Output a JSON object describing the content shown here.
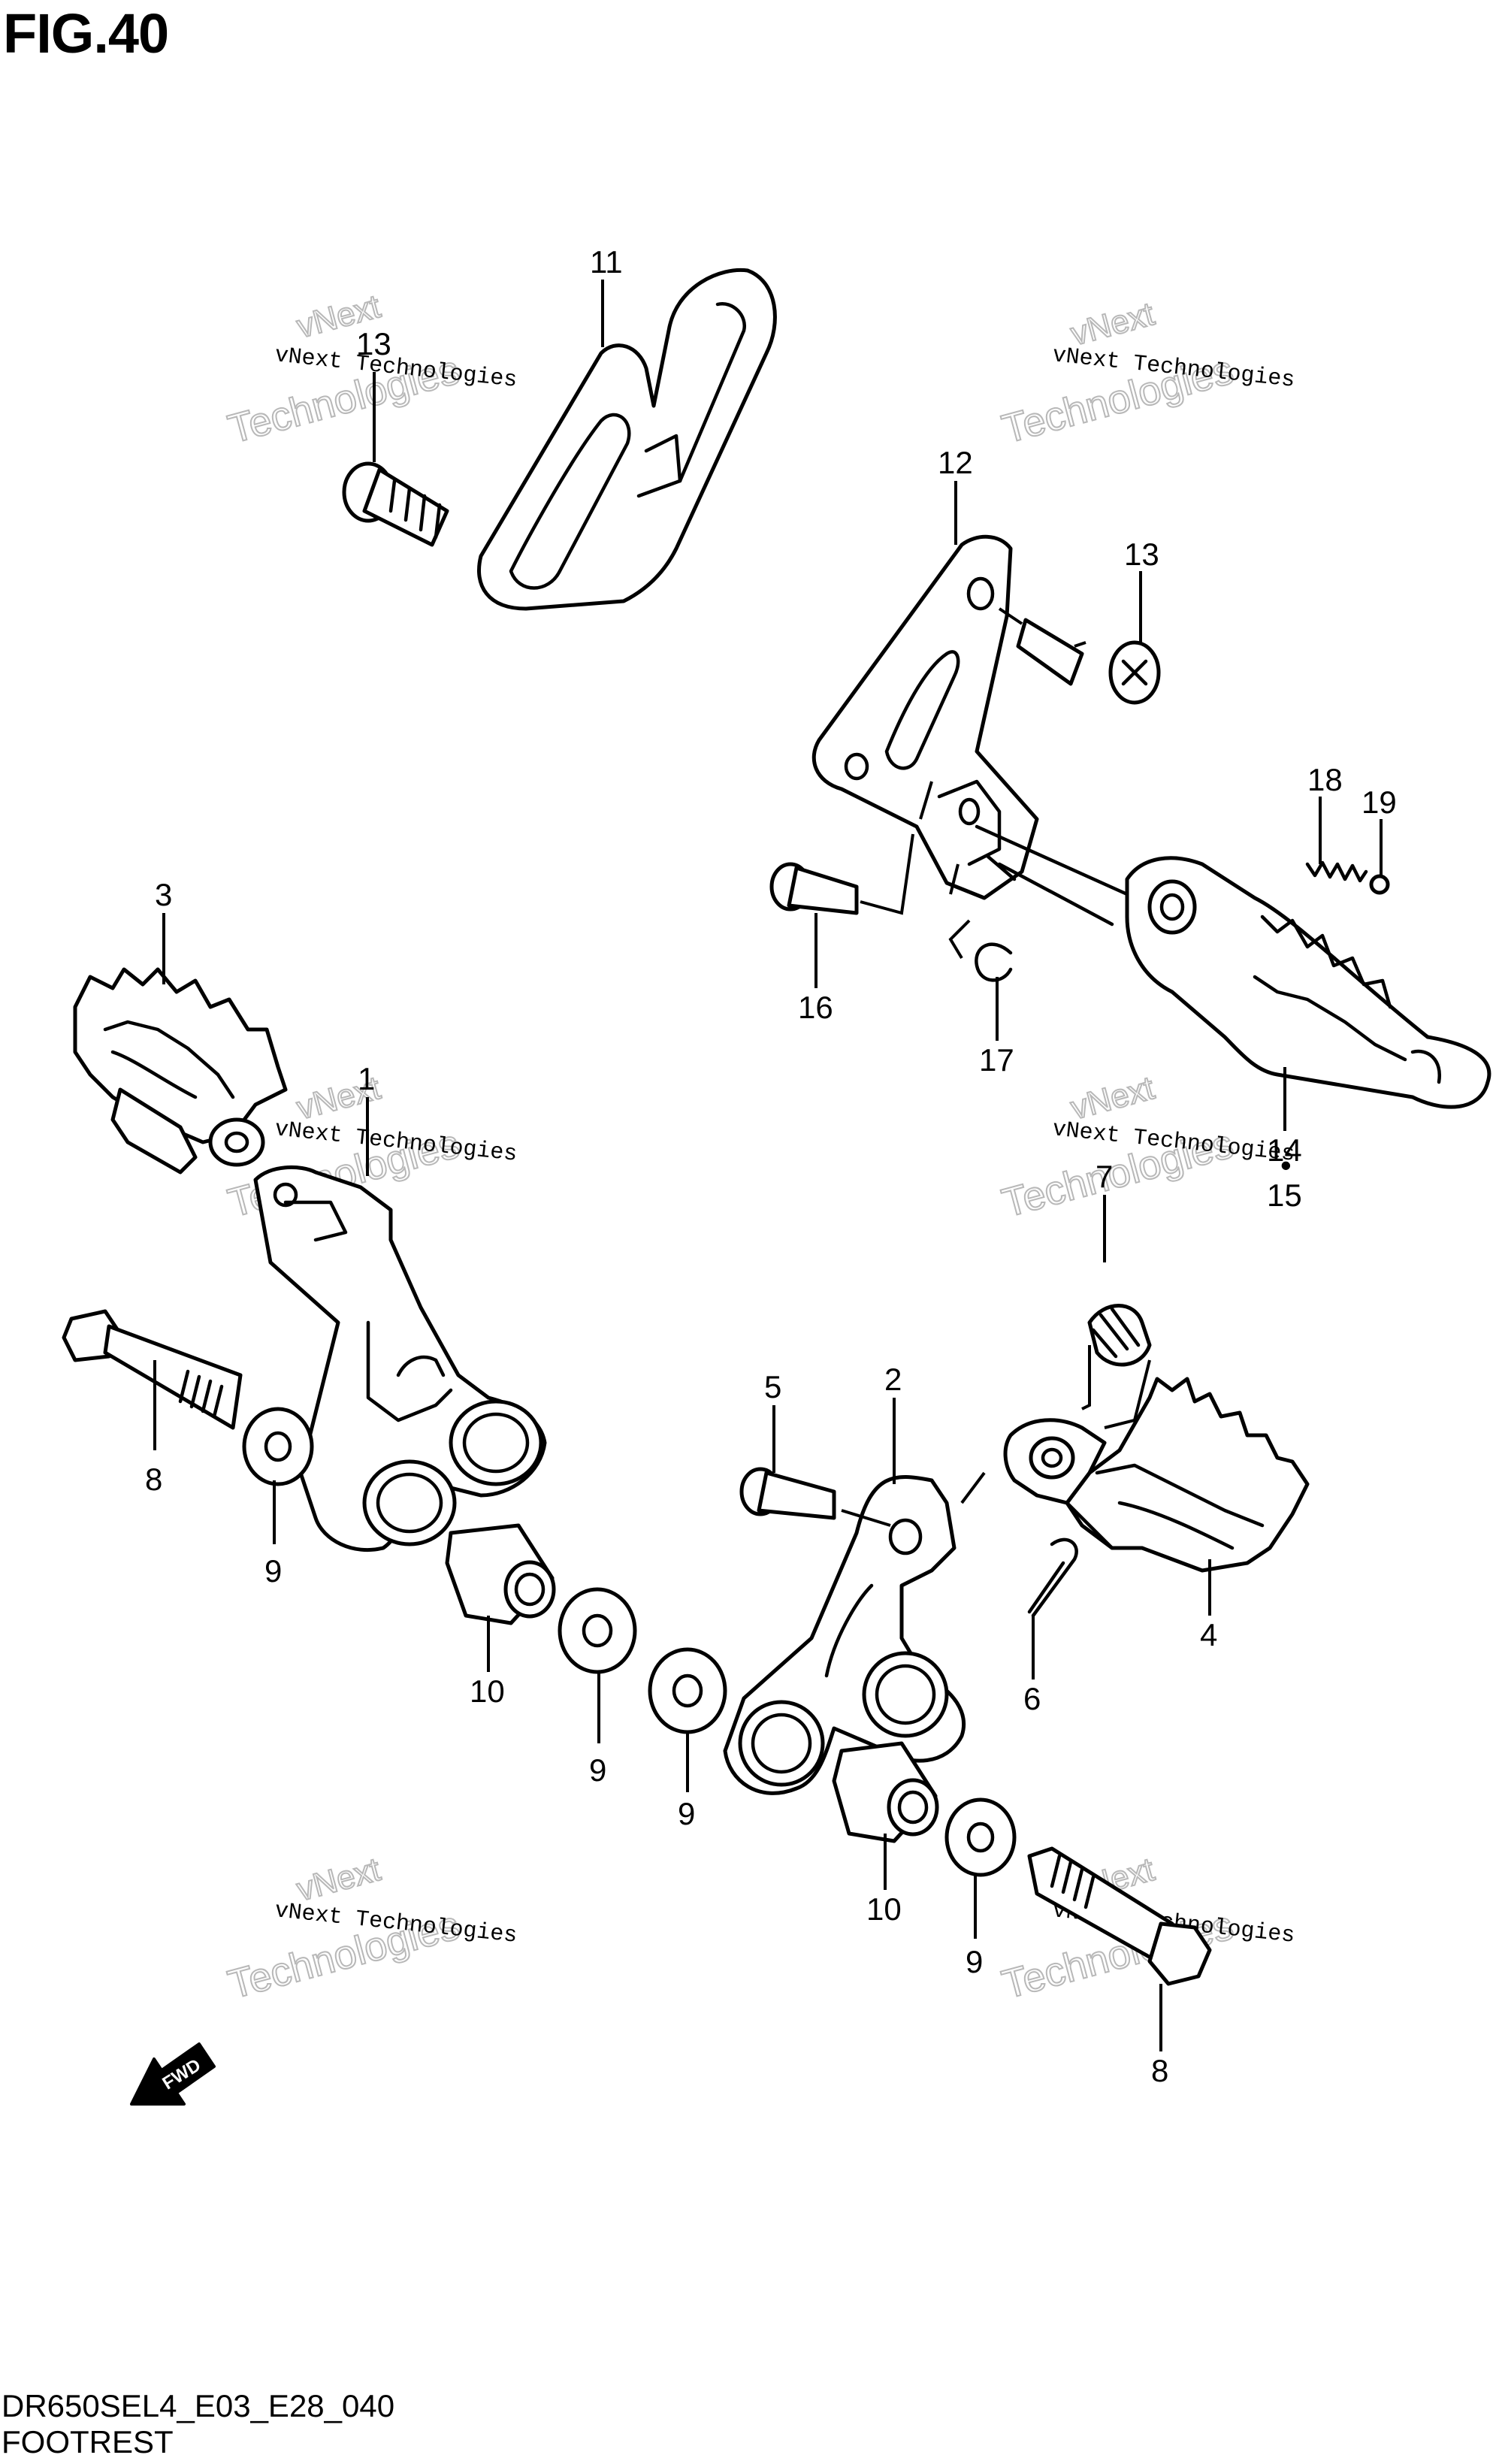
{
  "figure": {
    "title": "FIG.40",
    "code": "DR650SEL4_E03_E28_040",
    "name": "FOOTREST"
  },
  "watermark": {
    "line1": "vNext Technologies",
    "line2": "Technologies",
    "line3": "vNext"
  },
  "fwd_label": "FWD",
  "callouts": {
    "p1": "1",
    "p2": "2",
    "p3": "3",
    "p4": "4",
    "p5": "5",
    "p6": "6",
    "p7": "7",
    "p8a": "8",
    "p8b": "8",
    "p9a": "9",
    "p9b": "9",
    "p9c": "9",
    "p9d": "9",
    "p10a": "10",
    "p10b": "10",
    "p11": "11",
    "p12": "12",
    "p13a": "13",
    "p13b": "13",
    "p14": "14",
    "p15": "15",
    "p16": "16",
    "p17": "17",
    "p18": "18",
    "p19": "19"
  }
}
